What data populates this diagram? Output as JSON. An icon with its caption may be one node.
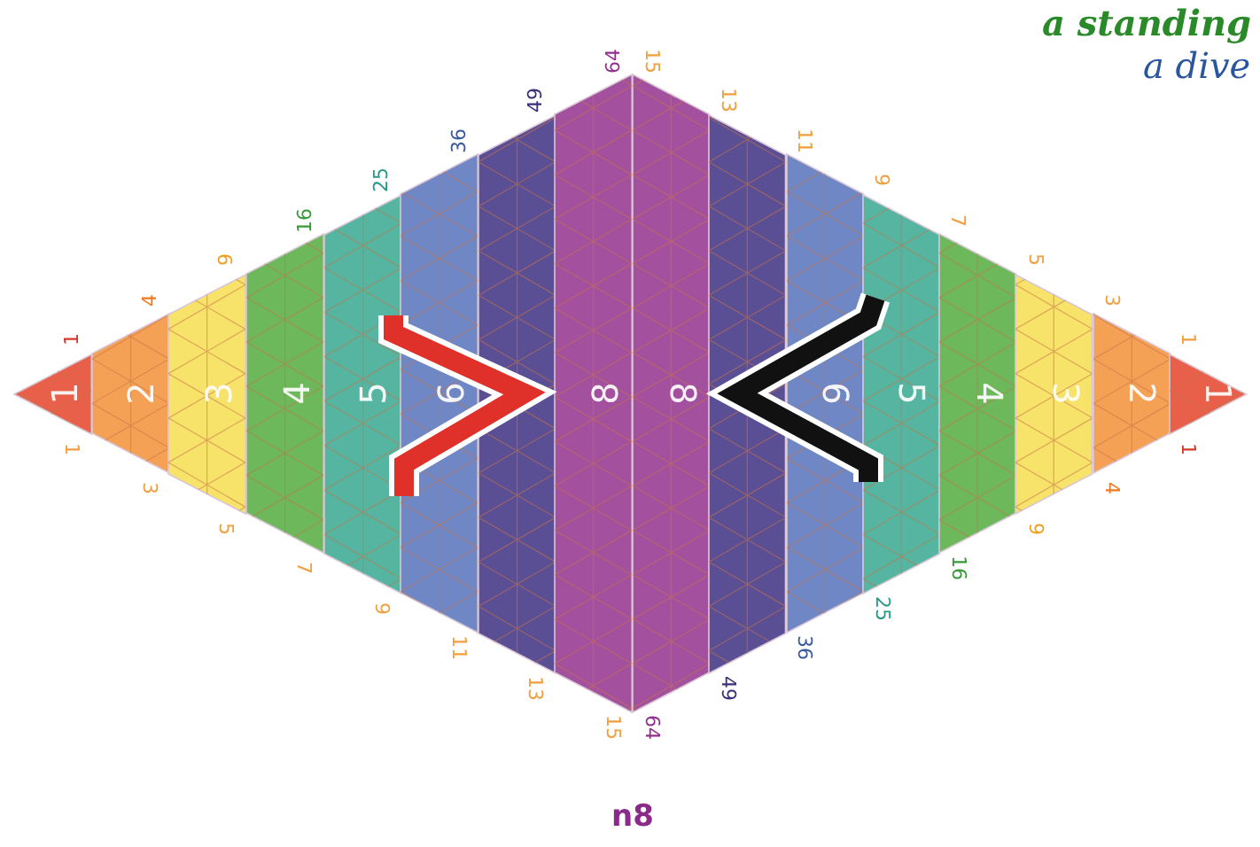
{
  "diagram": {
    "nodes": [
      {
        "text": [
          "1"
        ]
      },
      {
        "text": [
          "2"
        ]
      },
      {
        "text": [
          "3"
        ]
      },
      {
        "text": [
          "4"
        ]
      },
      {
        "text": [
          "5"
        ]
      },
      {
        "text": [
          "6"
        ]
      },
      {
        "text": [],
        "shape": "bar"
      },
      {
        "text": [
          "8"
        ]
      },
      {
        "text": [
          "8"
        ]
      },
      {
        "text": [],
        "shape": "bar"
      },
      {
        "text": [
          "6"
        ]
      },
      {
        "text": [
          "5"
        ]
      },
      {
        "text": [
          "4"
        ]
      },
      {
        "text": [
          "3"
        ]
      },
      {
        "text": [
          "2"
        ]
      },
      {
        "text": [
          "1"
        ]
      }
    ],
    "labels": [
      "a standing",
      "a dive",
      "1",
      "4",
      "9",
      "16",
      "25",
      "36",
      "49",
      "64",
      "15",
      "13",
      "11",
      "9",
      "7",
      "5",
      "3",
      "1",
      "1",
      "3",
      "5",
      "7",
      "9",
      "11",
      "13",
      "15",
      "64",
      "49",
      "36",
      "25",
      "16",
      "9",
      "4",
      "1",
      "n8"
    ]
  }
}
